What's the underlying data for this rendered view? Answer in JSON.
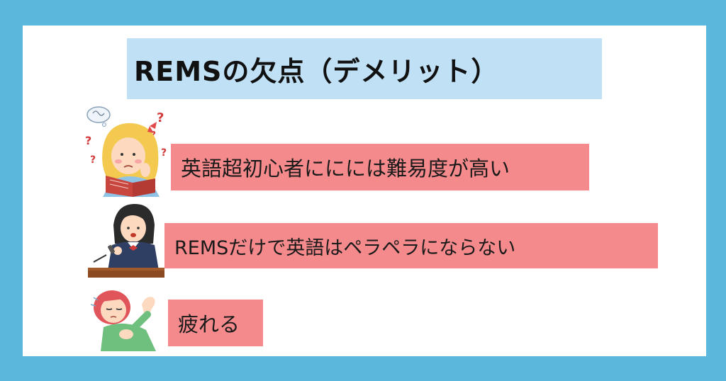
{
  "title": "REMSの欠点（デメリット）",
  "items": [
    {
      "text": "英語超初心者ににには難易度が高い"
    },
    {
      "text": "REMSだけで英語はペラペラにならない"
    },
    {
      "text": "疲れる"
    }
  ],
  "colors": {
    "background": "#5bb8dc",
    "card": "#ffffff",
    "title_box": "#bfe0f5",
    "item_box": "#f58a8c"
  }
}
